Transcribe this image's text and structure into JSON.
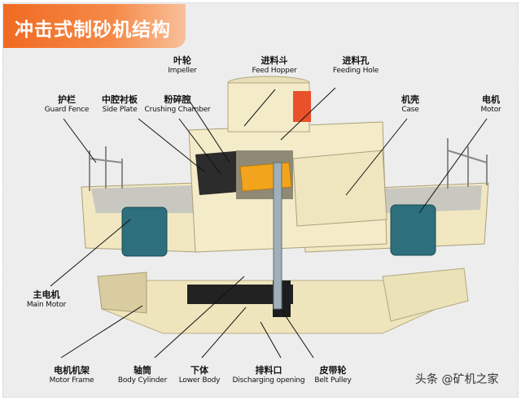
{
  "title": "冲击式制砂机结构",
  "labels": {
    "impeller": {
      "zh": "叶轮",
      "en": "Impeller"
    },
    "feed_hopper": {
      "zh": "进料斗",
      "en": "Feed Hopper"
    },
    "feeding_hole": {
      "zh": "进料孔",
      "en": "Feeding Hole"
    },
    "guard_fence": {
      "zh": "护栏",
      "en": "Guard Fence"
    },
    "side_plate": {
      "zh": "中腔衬板",
      "en": "Side Plate"
    },
    "crushing_chamber": {
      "zh": "粉碎腔",
      "en": "Crushing Chamber"
    },
    "case": {
      "zh": "机壳",
      "en": "Case"
    },
    "motor": {
      "zh": "电机",
      "en": "Motor"
    },
    "main_motor": {
      "zh": "主电机",
      "en": "Main Motor"
    },
    "motor_frame": {
      "zh": "电机机架",
      "en": "Motor Frame"
    },
    "body_cylinder": {
      "zh": "轴筒",
      "en": "Body Cylinder"
    },
    "lower_body": {
      "zh": "下体",
      "en": "Lower Body"
    },
    "discharging_opening": {
      "zh": "排料口",
      "en": "Discharging opening"
    },
    "belt_pulley": {
      "zh": "皮带轮",
      "en": "Belt Pulley"
    }
  },
  "watermark": "头条 @矿机之家",
  "colors": {
    "banner": "#f06a22",
    "body": "#f3ebc6",
    "motor": "#2d6f7c",
    "impeller": "#f2a51c",
    "hopper_band": "#e9512b"
  }
}
